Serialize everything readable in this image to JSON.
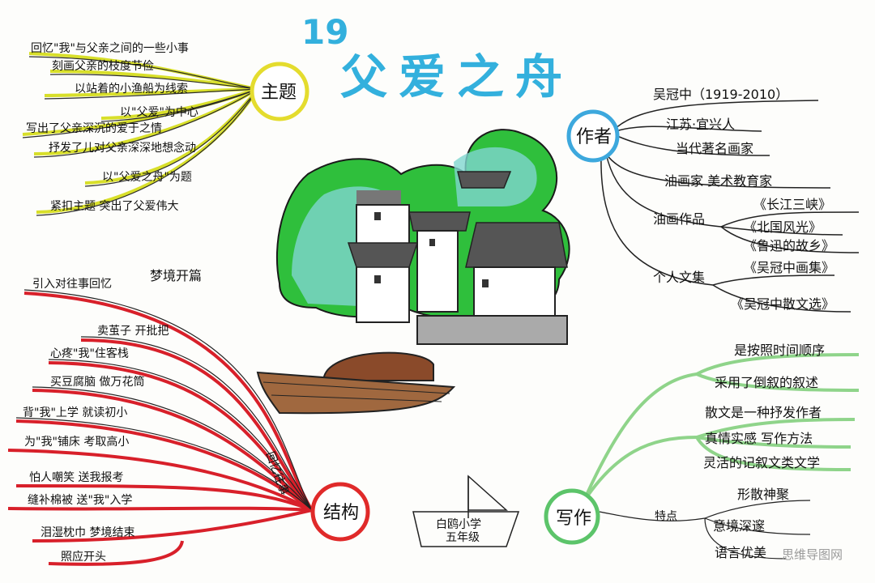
{
  "title": "父爱之舟",
  "lesson_number": "19",
  "theme": {
    "label": "主题",
    "items": [
      "回忆\"我\"与父亲之间的一些小事",
      "刻画父亲的枝度节俭",
      "以站着的小渔船为线索",
      "以\"父爱\"为中心",
      "写出了父亲深沉的爱于之情",
      "抒发了儿对父亲深深地想念动",
      "以\"父爱之舟\"为题",
      "紧扣主题 突出了父爱伟大"
    ]
  },
  "author": {
    "label": "作者",
    "name": "吴冠中（1919-2010）",
    "birthplace": "江苏·宜兴人",
    "title": "当代著名画家",
    "roles": "油画家    美术教育家",
    "works_label": "油画作品",
    "works": [
      "《长江三峡》",
      "《北国风光》",
      "《鲁迅的故乡》"
    ],
    "collection_label": "个人文集",
    "collections": [
      "《吴冠中画集》",
      "《吴冠中散文选》"
    ]
  },
  "structure": {
    "label": "结构",
    "sub_label": "回忆往事",
    "items": [
      "引入对往事回忆",
      "梦境开篇",
      "卖茧子 开批把",
      "心疼\"我\"住客栈",
      "买豆腐脑  做万花筒",
      "背\"我\"上学  就读初小",
      "为\"我\"铺床  考取高小",
      "怕人嘲笑  送我报考",
      "缝补棉被  送\"我\"入学",
      "泪湿枕巾    梦境结束",
      "照应开头"
    ]
  },
  "writing": {
    "label": "写作",
    "items": [
      "是按照时间顺序",
      "采用了倒叙的叙述",
      "散文是一种抒发作者",
      "真情实感    写作方法",
      "灵活的记叙文类文学"
    ],
    "features_label": "特点",
    "features": [
      "形散神聚",
      "意境深邃",
      "语言优美"
    ]
  },
  "boat": {
    "line1": "白鸥小学",
    "line2": "五年级"
  },
  "watermark": "思维导图网",
  "colors": {
    "title": "#33b0dd",
    "theme_branch": "#d8df2a",
    "structure_branch": "#d8202a",
    "writing_branch": "#8fd48a",
    "author_circle": "#3da8dd",
    "theme_circle": "#e4dc2e",
    "structure_circle": "#e02a2a",
    "writing_circle": "#5cc46a",
    "tree_green": "#2fbf3c",
    "boat_brown": "#8a4a2a"
  }
}
